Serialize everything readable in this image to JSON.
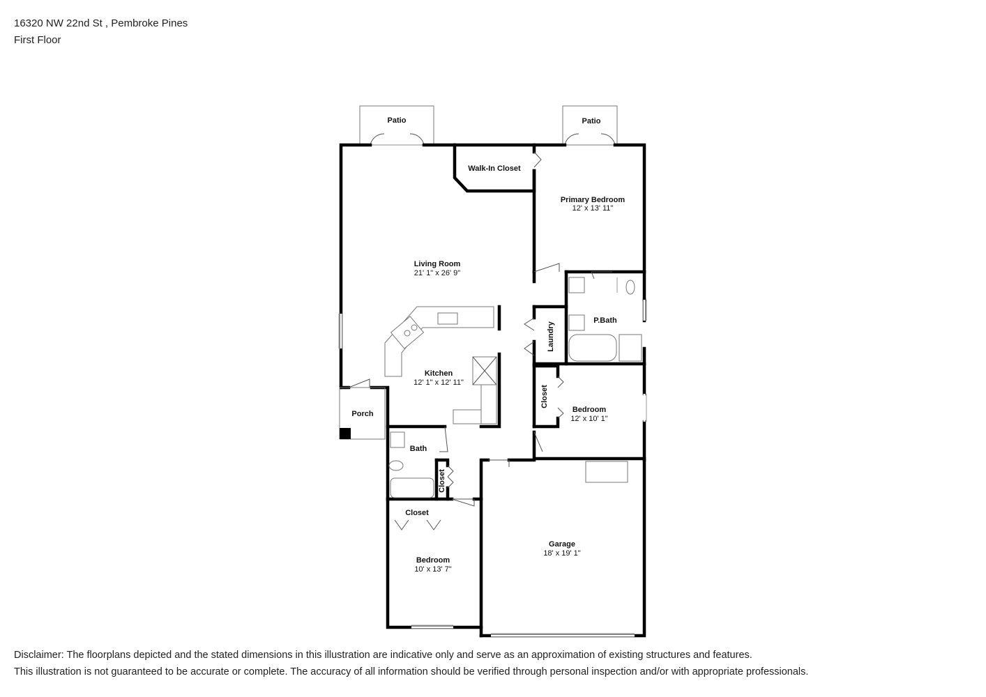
{
  "header": {
    "address": "16320 NW 22nd St , Pembroke Pines",
    "floor": "First Floor"
  },
  "rooms": {
    "patio_left": {
      "name": "Patio"
    },
    "patio_right": {
      "name": "Patio"
    },
    "walk_in_closet": {
      "name": "Walk-In Closet"
    },
    "primary_bedroom": {
      "name": "Primary Bedroom",
      "dims": "12' x 13' 11\""
    },
    "living_room": {
      "name": "Living Room",
      "dims": "21' 1\" x 26' 9\""
    },
    "p_bath": {
      "name": "P.Bath"
    },
    "laundry": {
      "name": "Laundry"
    },
    "kitchen": {
      "name": "Kitchen",
      "dims": "12' 1\" x 12' 11\""
    },
    "closet_mid": {
      "name": "Closet"
    },
    "bedroom_right": {
      "name": "Bedroom",
      "dims": "12' x 10' 1\""
    },
    "porch": {
      "name": "Porch"
    },
    "bath": {
      "name": "Bath"
    },
    "closet_small": {
      "name": "Closet"
    },
    "closet_bottom": {
      "name": "Closet"
    },
    "garage": {
      "name": "Garage",
      "dims": "18' x 19' 1\""
    },
    "bedroom_bottom": {
      "name": "Bedroom",
      "dims": "10' x 13' 7\""
    }
  },
  "disclaimer": {
    "line1": "Disclaimer: The floorplans depicted and the stated dimensions in this illustration are indicative only and serve as an approximation of existing structures and features.",
    "line2": "This illustration is not guaranteed to be accurate or complete. The accuracy of all information should be verified through personal inspection and/or with appropriate professionals."
  }
}
